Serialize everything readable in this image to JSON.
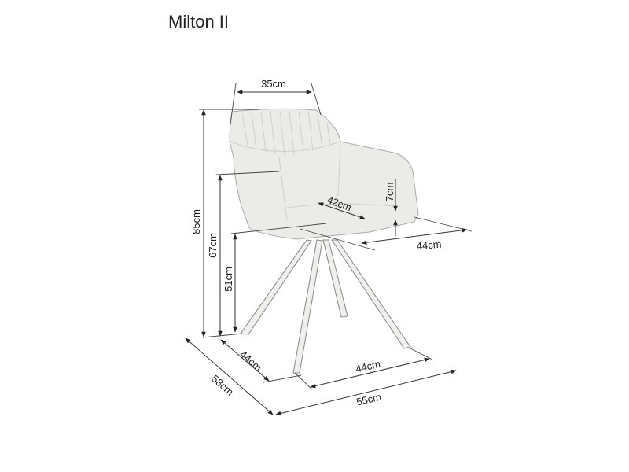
{
  "title": "Milton II",
  "dimensions": {
    "total_height": "85cm",
    "armrest_height": "67cm",
    "seat_height": "51cm",
    "backrest_width": "35cm",
    "seat_width": "42cm",
    "armrest_above_seat": "7cm",
    "seat_depth": "44cm",
    "total_depth": "58cm",
    "leg_base_depth": "44cm",
    "leg_base_width": "44cm",
    "total_width": "55cm"
  },
  "colors": {
    "line": "#333333",
    "chair": "#ebebe8"
  }
}
